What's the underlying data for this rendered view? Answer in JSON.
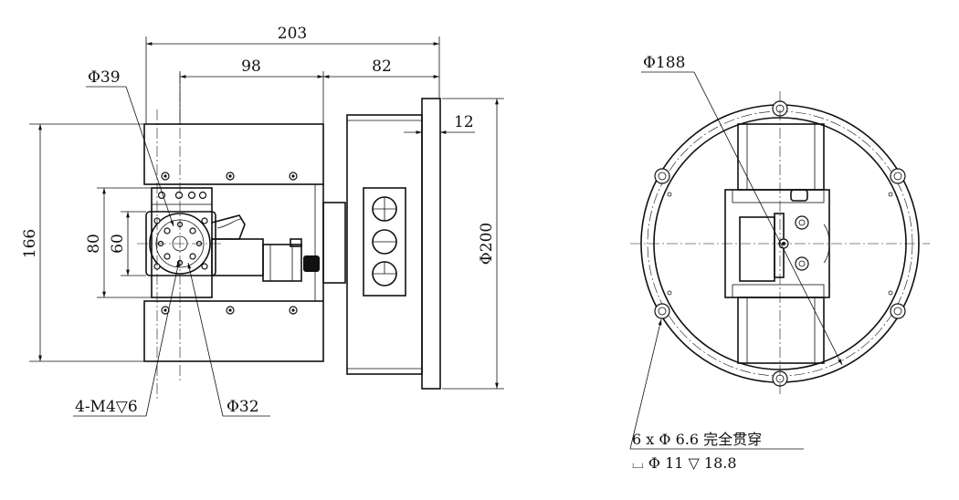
{
  "front_view": {
    "dims": {
      "overall_width": "203",
      "inner_width": "98",
      "right_width": "82",
      "flange_thickness": "12",
      "overall_height": "166",
      "plate_height": "80",
      "plate_inner": "60",
      "outer_diameter": "Φ200"
    },
    "callouts": {
      "top_diameter": "Φ39",
      "bottom_diameter": "Φ32",
      "thread_note": "4-M4▽6"
    }
  },
  "side_view": {
    "callouts": {
      "pitch_circle": "Φ188",
      "hole_note_line1": "6 x Φ 6.6 完全贯穿",
      "hole_note_line2": "⌴ Φ 11 ▽ 18.8"
    }
  },
  "colors": {
    "line": "#111111",
    "background": "#ffffff"
  }
}
